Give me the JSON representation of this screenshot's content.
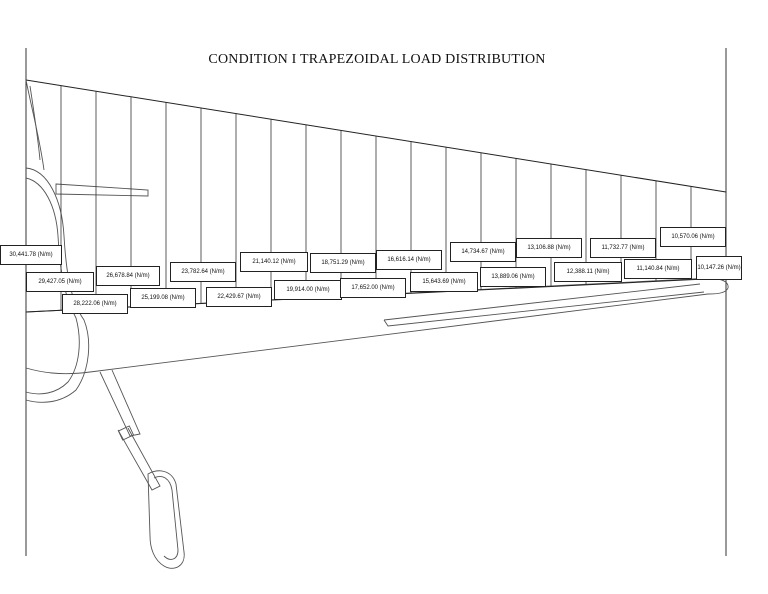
{
  "title": "CONDITION I TRAPEZOIDAL LOAD DISTRIBUTION",
  "load_labels": [
    "30,441.78 (N/m)",
    "29,427.05 (N/m)",
    "28,222.06 (N/m)",
    "26,678.84 (N/m)",
    "25,199.08 (N/m)",
    "23,782.64 (N/m)",
    "22,429.67 (N/m)",
    "21,140.12 (N/m)",
    "19,914.00 (N/m)",
    "18,751.29 (N/m)",
    "17,652.00 (N/m)",
    "16,616.14 (N/m)",
    "15,643.69 (N/m)",
    "14,734.67 (N/m)",
    "13,889.06 (N/m)",
    "13,106.88 (N/m)",
    "12,388.11 (N/m)",
    "11,732.77 (N/m)",
    "11,140.84 (N/m)",
    "10,570.06 (N/m)",
    "10,147.26 (N/m)"
  ]
}
